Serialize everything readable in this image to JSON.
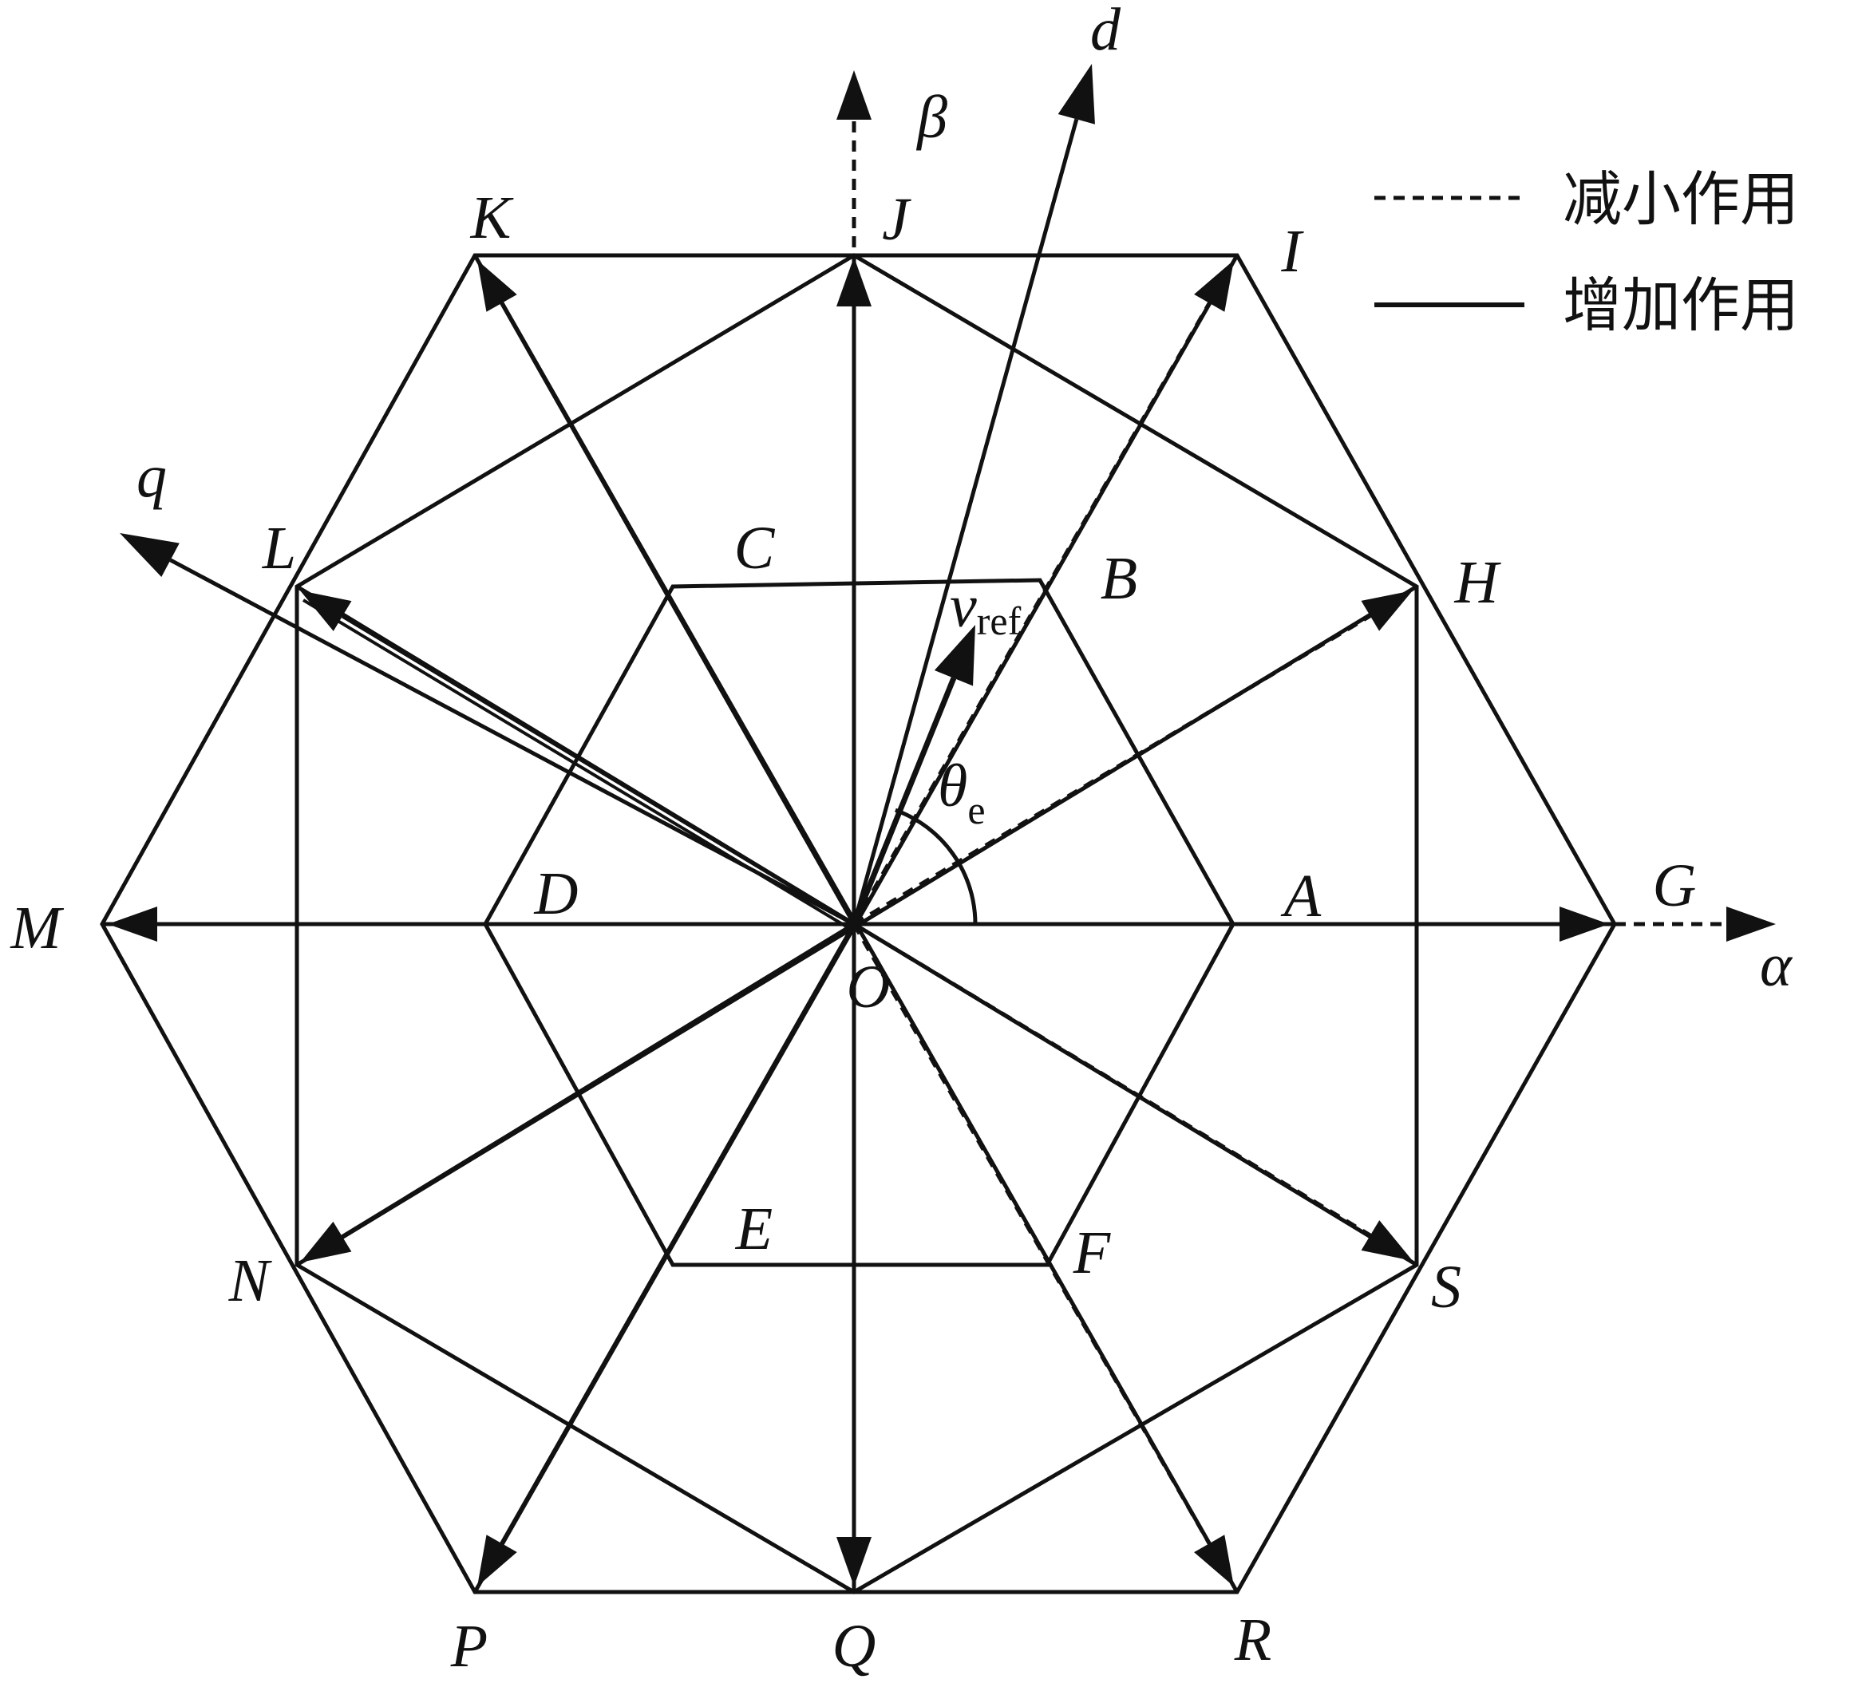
{
  "diagram": {
    "point_labels": {
      "A": "A",
      "B": "B",
      "C": "C",
      "D": "D",
      "E": "E",
      "F": "F",
      "G": "G",
      "H": "H",
      "I": "I",
      "J": "J",
      "K": "K",
      "L": "L",
      "M": "M",
      "N": "N",
      "P": "P",
      "Q": "Q",
      "R": "R",
      "S": "S",
      "O": "O"
    },
    "axes": {
      "alpha": "α",
      "beta": "β",
      "d": "d",
      "q": "q"
    },
    "vref": {
      "main": "v",
      "sub": "ref"
    },
    "theta": {
      "main": "θ",
      "sub": "e"
    },
    "legend": {
      "dashed": "减小作用",
      "solid": "增加作用"
    },
    "colors": {
      "ink": "#111111",
      "background": "#ffffff"
    }
  }
}
